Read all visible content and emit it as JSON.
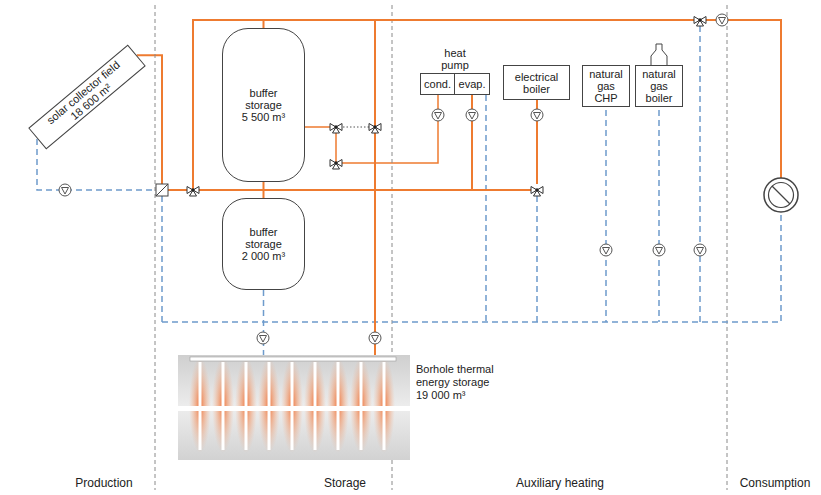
{
  "diagram": {
    "nodes": [
      {
        "text": [
          "solar collector field 18 600 m²"
        ]
      },
      {
        "text": [
          "buffer storage 5 500 m³"
        ]
      },
      {
        "text": [
          "buffer storage 2 000 m³"
        ]
      },
      {
        "text": [
          "heat pump"
        ]
      },
      {
        "text": [
          "cond."
        ],
        "in": 3
      },
      {
        "text": [
          "evap."
        ],
        "in": 3
      },
      {
        "text": [
          "electrical boiler"
        ]
      },
      {
        "text": [
          "natural gas CHP"
        ]
      },
      {
        "text": [
          "natural gas boiler"
        ]
      },
      {
        "text": [
          "Borhole thermal energy storage 19 000 m³"
        ]
      }
    ],
    "edges": [
      {
        "from": 0,
        "to": 1,
        "arrow": "none"
      },
      {
        "from": 1,
        "to": 2,
        "arrow": "none"
      },
      {
        "from": 2,
        "to": 9,
        "arrow": "none"
      },
      {
        "from": 4,
        "to": 1,
        "arrow": "none"
      }
    ],
    "labels": [
      "Production",
      "Storage",
      "Auxiliary heating",
      "Consumption"
    ]
  }
}
